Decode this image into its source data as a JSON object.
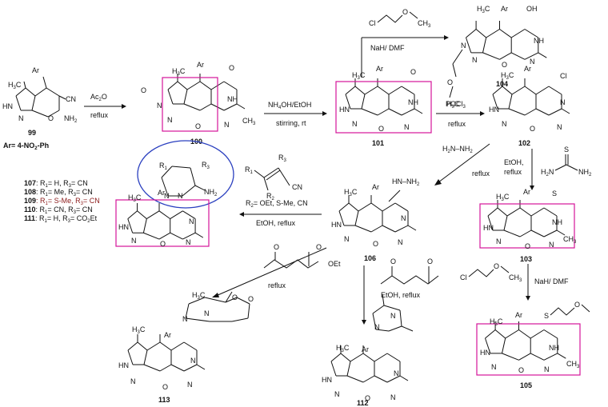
{
  "compounds": {
    "c99": "99",
    "c100": "100",
    "c101": "101",
    "c102": "102",
    "c103": "103",
    "c104": "104",
    "c105": "105",
    "c106": "106",
    "c112": "112",
    "c113": "113"
  },
  "ar_def": "Ar= 4-NO",
  "ar_def_sub": "2",
  "ar_def_tail": "-Ph",
  "atoms": {
    "ar": "Ar",
    "hn": "HN",
    "n": "N",
    "o": "O",
    "nh": "NH",
    "nh2": "NH",
    "cl": "Cl",
    "s": "S",
    "oh": "OH",
    "ch3": "CH",
    "h3c": "H",
    "cn": "CN",
    "r1": "R",
    "r2": "R",
    "r3": "R",
    "nh_hydrazine": "H",
    "c": "C"
  },
  "conditions": {
    "ac2o": "Ac",
    "ac2o_sub": "2",
    "ac2o_tail": "O",
    "reflux": "reflux",
    "nh4oh": "NH",
    "nh4oh_sub": "4",
    "nh4oh_tail": "OH/EtOH",
    "stirring": "stirring, rt",
    "pocl3": "POCl",
    "pocl3_sub": "3",
    "nah_dmf": "NaH/ DMF",
    "etoh": "EtOH,",
    "etoh_reflux": "EtOH, reflux",
    "r2_opts": "= OEt, S-Me, CN"
  },
  "series": [
    {
      "num": "107",
      "text": ": R",
      "r1": "= H, R",
      "r3": "= CN",
      "highlight": false
    },
    {
      "num": "108",
      "text": ": R",
      "r1": "= Me, R",
      "r3": "= CN",
      "highlight": false
    },
    {
      "num": "109",
      "text": ": R",
      "r1": "= S-Me, R",
      "r3": "= CN",
      "highlight": true
    },
    {
      "num": "110",
      "text": ": R",
      "r1": "= CN, R",
      "r3": "= CN",
      "highlight": false
    },
    {
      "num": "111",
      "text": ": R",
      "r1": "= H, R",
      "r3": "= CO",
      "r3_tail": "Et",
      "highlight": false
    }
  ],
  "colors": {
    "box": "#d4149a",
    "ellipse": "#2a3fbf",
    "highlight_text": "#8b1a1a"
  }
}
